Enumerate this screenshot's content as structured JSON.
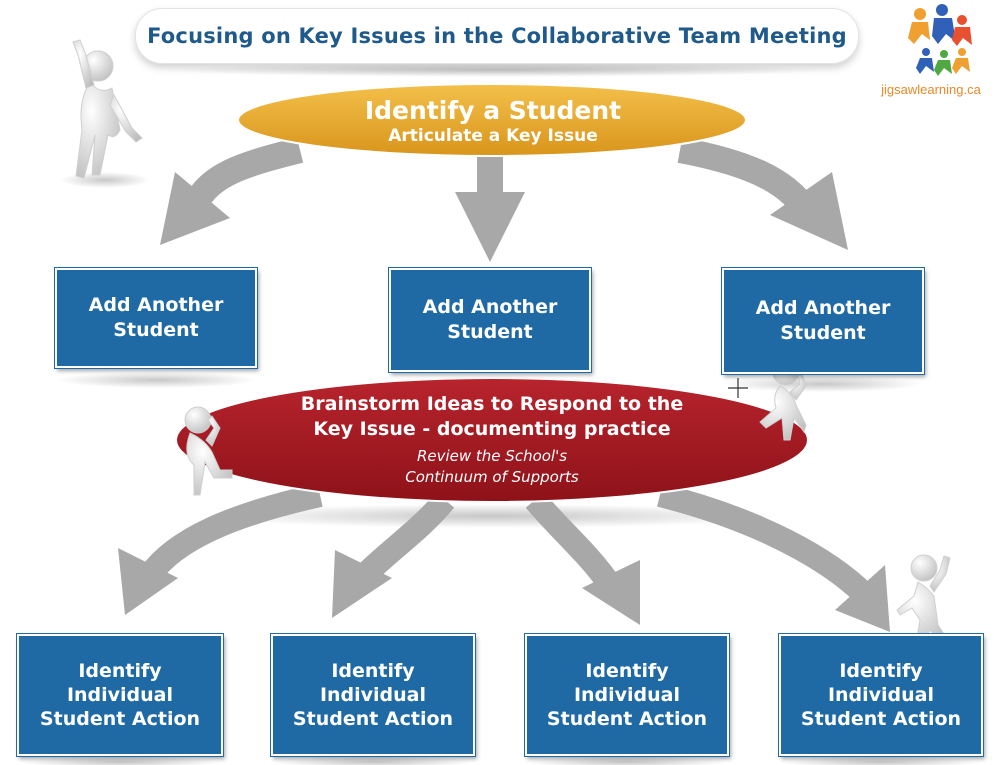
{
  "title": "Focusing on Key Issues in the Collaborative Team Meeting",
  "logo": {
    "text": "jigsawlearning.ca",
    "icon": "jigsaw-people-logo"
  },
  "top_ellipse": {
    "line1": "Identify a Student",
    "line2": "Articulate a Key Issue",
    "color": "#e8a92a"
  },
  "student_boxes": [
    {
      "line1": "Add Another",
      "line2": "Student"
    },
    {
      "line1": "Add Another",
      "line2": "Student"
    },
    {
      "line1": "Add Another",
      "line2": "Student"
    }
  ],
  "middle_ellipse": {
    "line1": "Brainstorm Ideas to Respond to the",
    "line2": "Key Issue - documenting practice",
    "line3": "Review the School's",
    "line4": "Continuum of Supports",
    "color": "#a51c24"
  },
  "action_boxes": [
    {
      "line1": "Identify",
      "line2": "Individual",
      "line3": "Student Action"
    },
    {
      "line1": "Identify",
      "line2": "Individual",
      "line3": "Student Action"
    },
    {
      "line1": "Identify",
      "line2": "Individual",
      "line3": "Student Action"
    },
    {
      "line1": "Identify",
      "line2": "Individual",
      "line3": "Student Action"
    }
  ],
  "colors": {
    "box_blue": "#1f6aa5",
    "arrow_gray": "#a8a8a8",
    "title_blue": "#1f5a8a"
  }
}
